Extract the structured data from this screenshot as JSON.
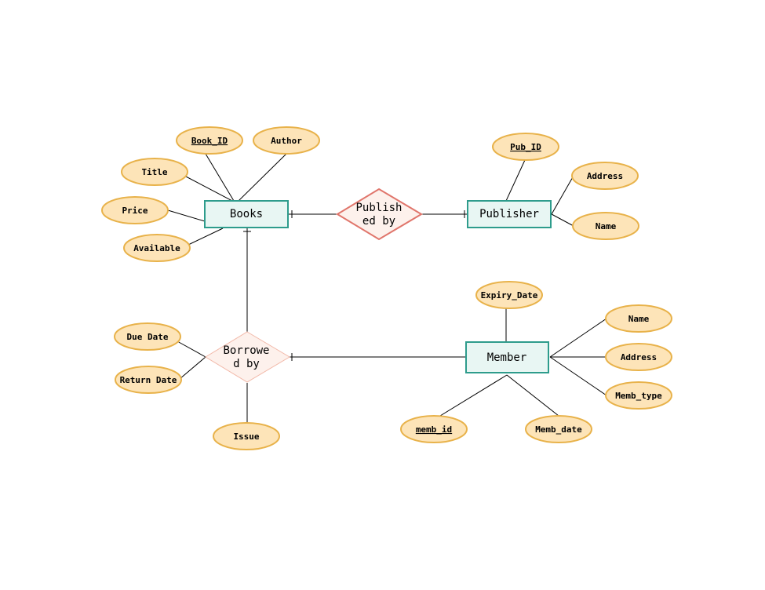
{
  "colors": {
    "entity_fill": "#e8f6f3",
    "entity_stroke": "#2e9c8c",
    "relationship_fill": "#fdf1ec",
    "relationship_stroke_strong": "#e0756b",
    "relationship_stroke_light": "#f2b8a8",
    "attribute_fill": "#fde4b8",
    "attribute_stroke": "#e8b24a",
    "line": "#000000"
  },
  "entities": {
    "books": "Books",
    "publisher": "Publisher",
    "member": "Member"
  },
  "relationships": {
    "published_by": [
      "Publish",
      "ed by"
    ],
    "borrowed_by": [
      "Borrowe",
      "d by"
    ]
  },
  "attributes": {
    "book_id": "Book_ID",
    "author": "Author",
    "title": "Title",
    "price": "Price",
    "available": "Available",
    "pub_id": "Pub_ID",
    "pub_address": "Address",
    "pub_name": "Name",
    "expiry_date": "Expiry_Date",
    "memb_name": "Name",
    "memb_address": "Address",
    "memb_type": "Memb_type",
    "memb_id": "memb_id",
    "memb_date": "Memb_date",
    "due_date": "Due Date",
    "return_date": "Return Date",
    "issue": "Issue"
  }
}
